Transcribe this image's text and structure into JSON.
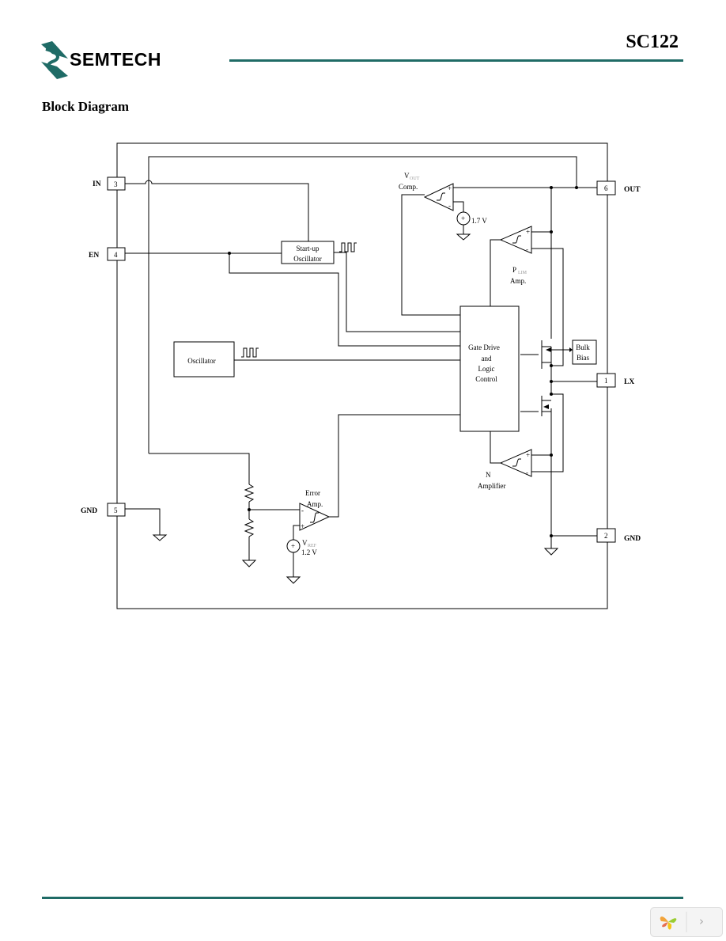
{
  "header": {
    "brand": "SEMTECH",
    "part_number": "SC122"
  },
  "section_title": "Block Diagram",
  "pins": {
    "in": {
      "label": "IN",
      "number": "3"
    },
    "en": {
      "label": "EN",
      "number": "4"
    },
    "gnd5": {
      "label": "GND",
      "number": "5"
    },
    "out": {
      "label": "OUT",
      "number": "6"
    },
    "lx": {
      "label": "LX",
      "number": "1"
    },
    "gnd2": {
      "label": "GND",
      "number": "2"
    }
  },
  "blocks": {
    "startup_osc": [
      "Start-up",
      "Oscillator"
    ],
    "oscillator": "Oscillator",
    "gate_drive": [
      "Gate Drive",
      "and",
      "Logic",
      "Control"
    ],
    "bulk_bias": [
      "Bulk",
      "Bias"
    ],
    "vout_comp": {
      "main": "V",
      "sub": "OUT",
      "line2": "Comp."
    },
    "p_amp": {
      "main": "P",
      "sub": "LIM",
      "line2": "Amp."
    },
    "n_amp": {
      "line1": "N",
      "line2": "Amplifier"
    },
    "error_amp": [
      "Error",
      "Amp."
    ],
    "ref_17": "1.7 V",
    "ref_vref": {
      "main": "V",
      "sub": "REF",
      "line2": "1.2 V"
    }
  },
  "colors": {
    "accent": "#1f6b66",
    "line": "#000000"
  }
}
